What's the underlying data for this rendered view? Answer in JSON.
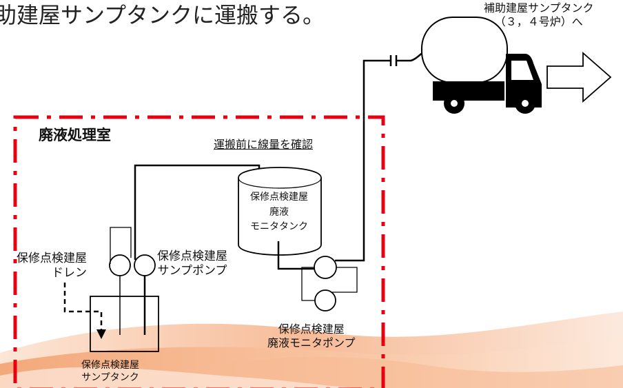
{
  "heading": {
    "text": "補助建屋サンプタンクに運搬する。"
  },
  "truck": {
    "destination": "補助建屋サンプタンク\n（３，４号炉）へ"
  },
  "room": {
    "title": "廃液処理室"
  },
  "note": {
    "confirm_dose": "運搬前に線量を確認"
  },
  "equipment": {
    "waste_tank": "保修点検建屋\n廃液\nモニタタンク",
    "drain": "保修点検建屋\nドレン",
    "sump_pump": "保修点検建屋\nサンプポンプ",
    "monitor_pump": "保修点検建屋\n廃液モニタポンプ",
    "sump_tank": "保修点検建屋\nサンプタンク"
  },
  "colors": {
    "boundary": "#e60012",
    "line": "#000000",
    "wave_primary": "#f4a77a",
    "wave_light": "#fbd5bd"
  }
}
